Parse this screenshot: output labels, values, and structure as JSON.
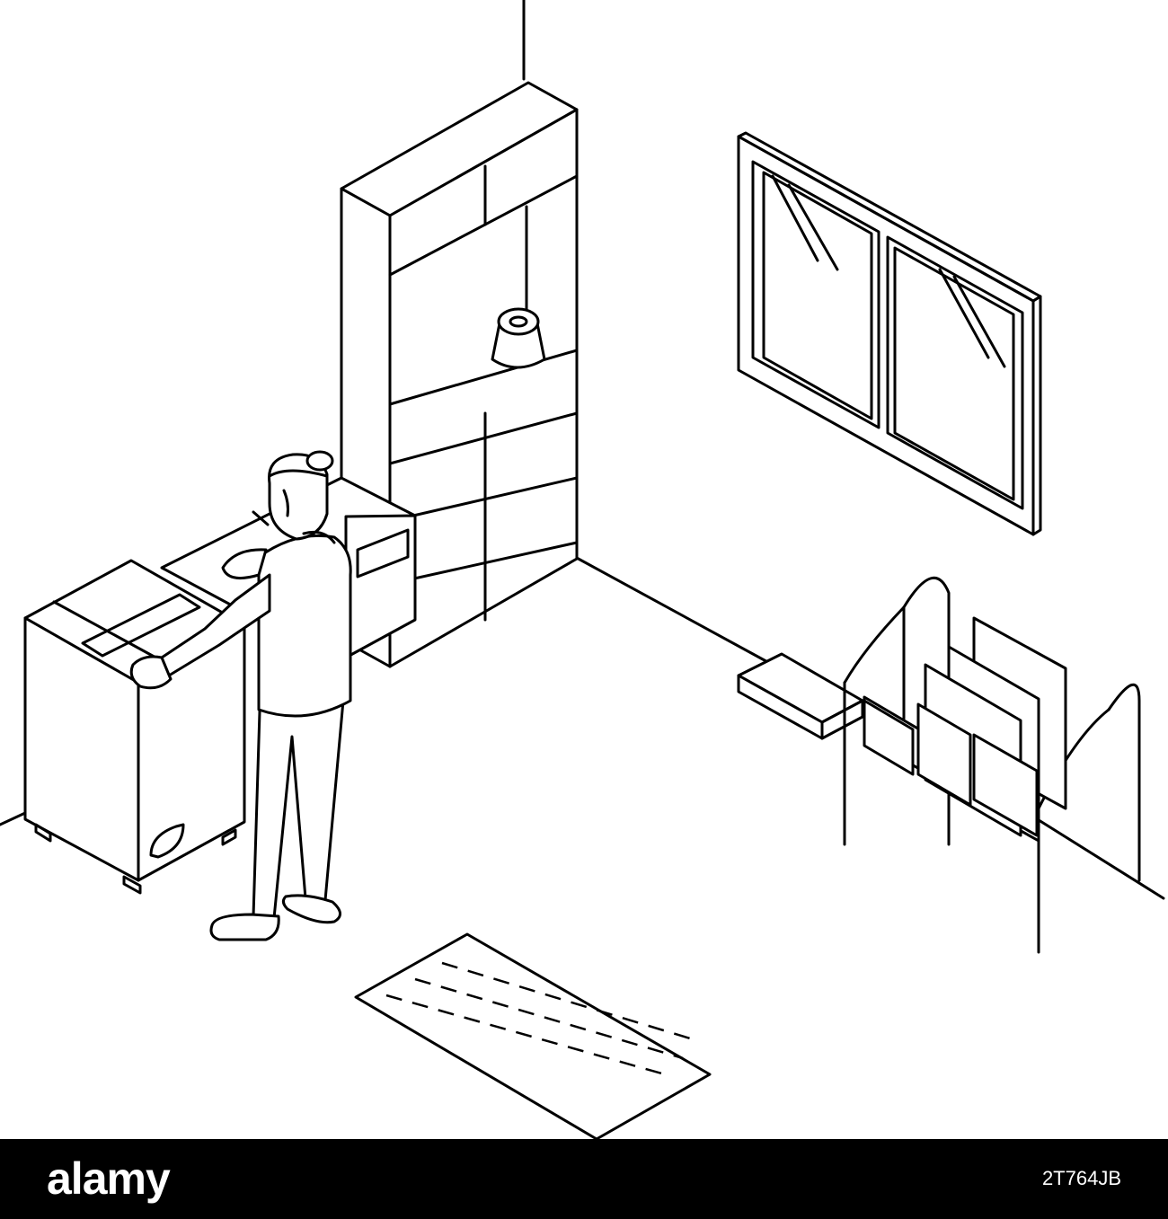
{
  "watermark": {
    "logo_text": "alamy",
    "image_id": "2T764JB",
    "bar_color": "#000000",
    "text_color": "#ffffff"
  },
  "illustration": {
    "style": "black line art, isometric interior",
    "line_color": "#000000",
    "background": "#ffffff"
  }
}
